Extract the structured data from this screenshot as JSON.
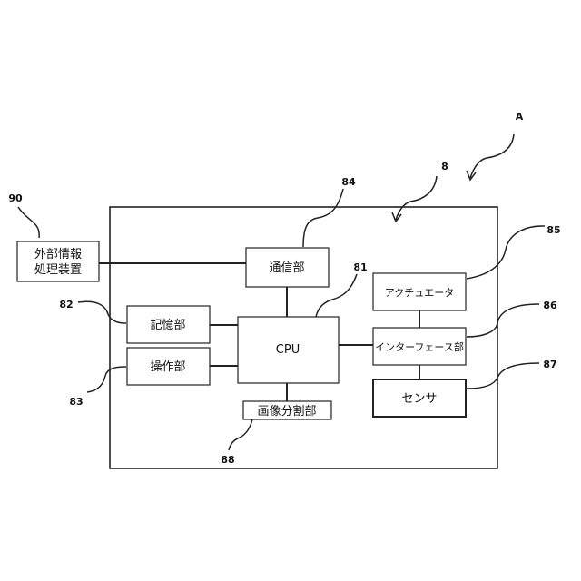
{
  "diagram": {
    "ref_A": "A",
    "ref_8": "8",
    "ref_90": "90",
    "ref_84": "84",
    "ref_81": "81",
    "ref_82": "82",
    "ref_83": "83",
    "ref_85": "85",
    "ref_86": "86",
    "ref_87": "87",
    "ref_88": "88",
    "external_device_line1": "外部情報",
    "external_device_line2": "処理装置",
    "communication": "通信部",
    "cpu": "CPU",
    "storage": "記憶部",
    "operation": "操作部",
    "image_division": "画像分割部",
    "actuator": "アクチュエータ",
    "interface": "インターフェース部",
    "sensor": "センサ"
  }
}
